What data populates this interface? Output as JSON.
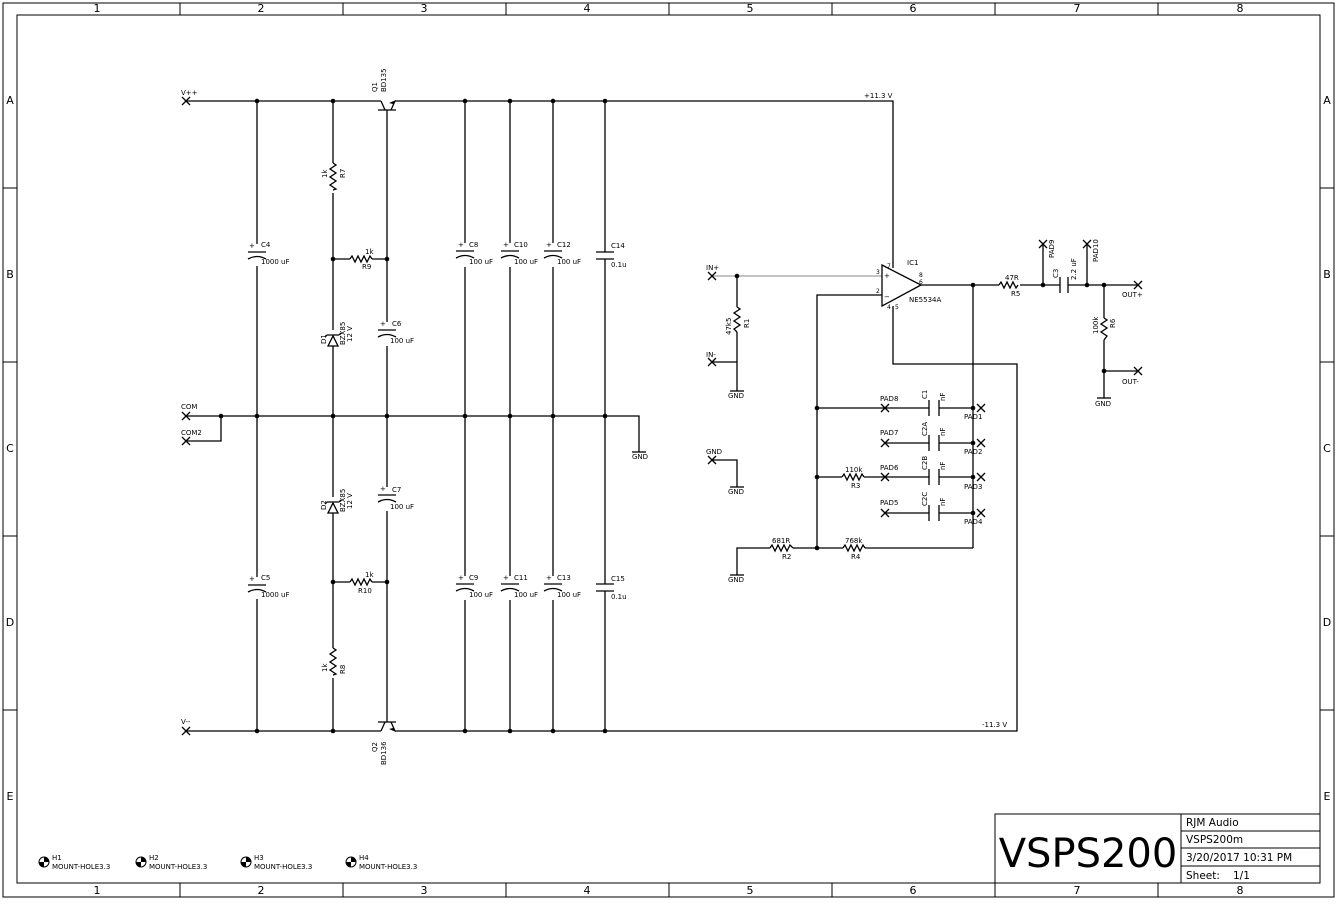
{
  "zones": {
    "columns": [
      "1",
      "2",
      "3",
      "4",
      "5",
      "6",
      "7",
      "8"
    ],
    "rows": [
      "A",
      "B",
      "C",
      "D",
      "E"
    ]
  },
  "title_block": {
    "title": "VSPS200",
    "company": "RJM Audio",
    "drawing": "VSPS200m",
    "date": "3/20/2017 10:31 PM",
    "sheet_label": "Sheet:",
    "sheet_value": "1/1"
  },
  "nets": {
    "vpp": "V++",
    "vmm": "V--",
    "com": "COM",
    "com2": "COM2",
    "pos_rail": "+11.3 V",
    "neg_rail": "-11.3 V",
    "gnd": "GND",
    "in_p": "IN+",
    "in_m": "IN-",
    "out_p": "OUT+",
    "out_m": "OUT-"
  },
  "components": {
    "q1": {
      "ref": "Q1",
      "value": "BD135"
    },
    "q2": {
      "ref": "Q2",
      "value": "BD136"
    },
    "r7": {
      "ref": "R7",
      "value": "1k"
    },
    "r9": {
      "ref": "R9",
      "value": "1k"
    },
    "r10": {
      "ref": "R10",
      "value": "1k"
    },
    "r8": {
      "ref": "R8",
      "value": "1k"
    },
    "d1": {
      "ref": "D1",
      "value": "BZX85",
      "volt": "12 V"
    },
    "d2": {
      "ref": "D2",
      "value": "BZX85",
      "volt": "12 V"
    },
    "c4": {
      "ref": "C4",
      "value": "1000 uF"
    },
    "c5": {
      "ref": "C5",
      "value": "1000 uF"
    },
    "c6": {
      "ref": "C6",
      "value": "100 uF"
    },
    "c7": {
      "ref": "C7",
      "value": "100 uF"
    },
    "c8": {
      "ref": "C8",
      "value": "100 uF"
    },
    "c9": {
      "ref": "C9",
      "value": "100 uF"
    },
    "c10": {
      "ref": "C10",
      "value": "100 uF"
    },
    "c11": {
      "ref": "C11",
      "value": "100 uF"
    },
    "c12": {
      "ref": "C12",
      "value": "100 uF"
    },
    "c13": {
      "ref": "C13",
      "value": "100 uF"
    },
    "c14": {
      "ref": "C14",
      "value": "0.1u"
    },
    "c15": {
      "ref": "C15",
      "value": "0.1u"
    },
    "ic1": {
      "ref": "IC1",
      "value": "NE5534A",
      "p3": "3",
      "p2": "2",
      "p7": "7",
      "p6": "6",
      "p8": "8",
      "p4": "4",
      "p5": "5"
    },
    "r1": {
      "ref": "R1",
      "value": "47k5"
    },
    "r5": {
      "ref": "R5",
      "value": "47R"
    },
    "c3": {
      "ref": "C3",
      "value": "2.2 uF"
    },
    "r6": {
      "ref": "R6",
      "value": "100k"
    },
    "r3": {
      "ref": "R3",
      "value": "110k"
    },
    "r2": {
      "ref": "R2",
      "value": "681R"
    },
    "r4": {
      "ref": "R4",
      "value": "768k"
    },
    "c1": {
      "ref": "C1",
      "value": "nF"
    },
    "c2a": {
      "ref": "C2A",
      "value": "nF"
    },
    "c2b": {
      "ref": "C2B",
      "value": "nF"
    },
    "c2c": {
      "ref": "C2C",
      "value": "nF"
    }
  },
  "pads": [
    "PAD1",
    "PAD2",
    "PAD3",
    "PAD4",
    "PAD5",
    "PAD6",
    "PAD7",
    "PAD8",
    "PAD9",
    "PAD10"
  ],
  "mount_holes": [
    {
      "ref": "H1",
      "value": "MOUNT-HOLE3.3"
    },
    {
      "ref": "H2",
      "value": "MOUNT-HOLE3.3"
    },
    {
      "ref": "H3",
      "value": "MOUNT-HOLE3.3"
    },
    {
      "ref": "H4",
      "value": "MOUNT-HOLE3.3"
    }
  ]
}
